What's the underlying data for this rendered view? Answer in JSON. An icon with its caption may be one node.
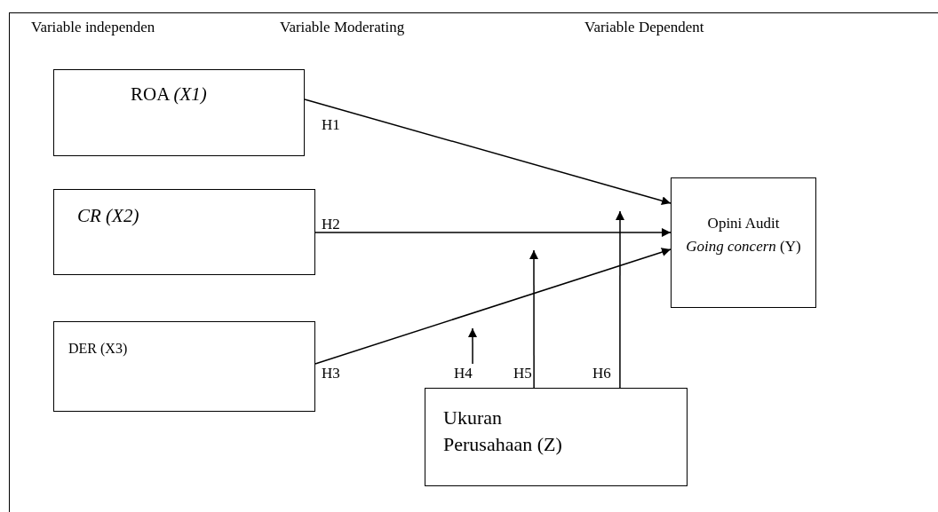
{
  "diagram": {
    "nodes": [
      {
        "text": [
          "ROA *(X1)*"
        ]
      },
      {
        "text": [
          "CR (X2)"
        ]
      },
      {
        "text": [
          "DER (X3)"
        ]
      },
      {
        "text": [
          "Opini Audit",
          "*Going concern* (Y)"
        ]
      },
      {
        "text": [
          "Ukuran Perusahaan (Z)"
        ]
      },
      {
        "text": [
          "H4"
        ]
      }
    ],
    "edges": [
      {
        "from": 0,
        "to": 3,
        "arrow": "to",
        "label": "H1"
      },
      {
        "from": 1,
        "to": 3,
        "arrow": "to",
        "label": "H2"
      },
      {
        "from": 2,
        "to": 3,
        "arrow": "to",
        "label": "H3"
      },
      {
        "from": 5,
        "to": null,
        "arrow": "to"
      },
      {
        "from": 4,
        "to": null,
        "arrow": "to",
        "label": "H5"
      },
      {
        "from": 4,
        "to": null,
        "arrow": "to",
        "label": "H6"
      }
    ],
    "labels": [
      "Variable independen",
      "Variable Moderating",
      "Variable Dependent"
    ]
  }
}
